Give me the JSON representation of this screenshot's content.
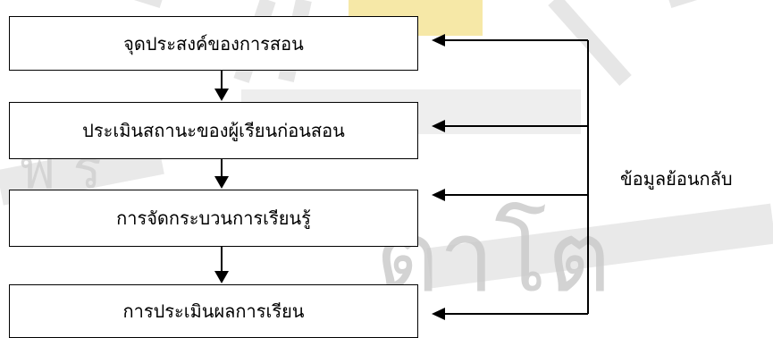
{
  "diagram": {
    "steps": [
      "จุดประสงค์ของการสอน",
      "ประเมินสถานะของผู้เรียนก่อนสอน",
      "การจัดกระบวนการเรียนรู้",
      "การประเมินผลการเรียน"
    ],
    "feedback_label": "ข้อมูลย้อนกลับ"
  },
  "colors": {
    "box_border": "#000000",
    "watermark_gray": "#cfcfcf",
    "watermark_yellow": "#f3e08a"
  }
}
